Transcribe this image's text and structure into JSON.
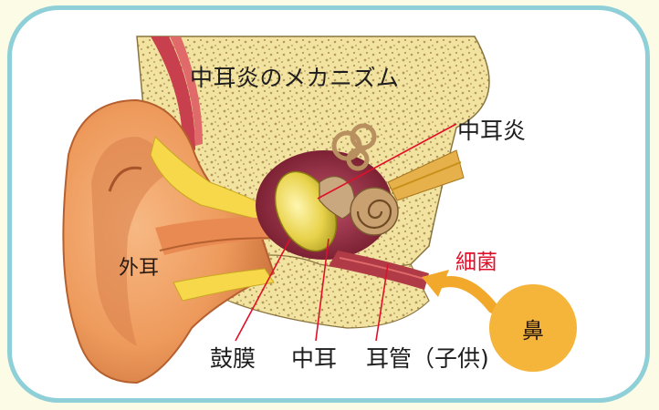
{
  "diagram": {
    "title": "中耳炎のメカニズム",
    "labels": {
      "otitis_media": "中耳炎",
      "bacteria": "細菌",
      "outer_ear": "外耳",
      "eardrum": "鼓膜",
      "middle_ear": "中耳",
      "eustachian_tube": "耳管（子供)",
      "nose": "鼻"
    }
  },
  "colors": {
    "frame_border": "#8fd0d8",
    "background_tint": "#fbfbe6",
    "skin": "#f0a066",
    "skin_dark": "#d97a3e",
    "bone": "#f3e3a0",
    "bone_texture": "#b49a5c",
    "cartilage": "#f6d84a",
    "tissue_red": "#9e2a35",
    "pointer_line": "#e0102a",
    "bacteria_text": "#e0102a",
    "arrow": "#f2a82a",
    "nose_circle": "#f4b53a"
  }
}
